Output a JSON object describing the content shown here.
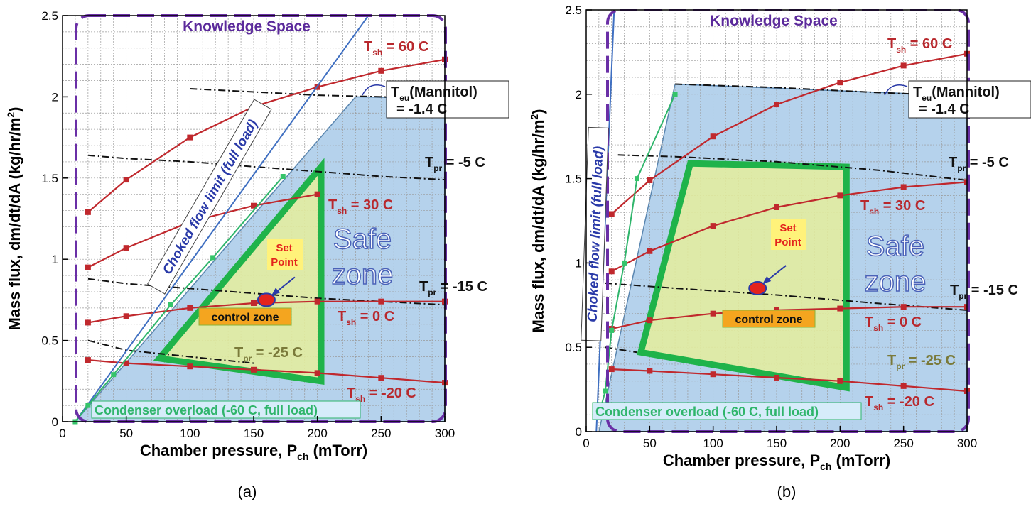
{
  "chart_data": [
    {
      "panel": "a",
      "type": "line",
      "caption": "(a)",
      "xlabel": "Chamber pressure, P",
      "xlabel_sub": "ch",
      "xlabel_unit": " (mTorr)",
      "ylabel": "Mass flux, dm/dt/dA (kg/hr/m",
      "ylabel_sup": "2",
      "ylabel_end": ")",
      "xlim": [
        0,
        300
      ],
      "ylim": [
        0,
        2.5
      ],
      "xticks": [
        0,
        50,
        100,
        150,
        200,
        250,
        300
      ],
      "yticks": [
        0,
        0.5,
        1,
        1.5,
        2,
        2.5
      ],
      "grid": true,
      "shelf_series": [
        {
          "label_main": "T",
          "label_sub": "sh",
          "label_rest": " = 60 C",
          "color": "#c0282d",
          "x": [
            20,
            50,
            100,
            150,
            200,
            250,
            300
          ],
          "y": [
            1.29,
            1.49,
            1.75,
            1.94,
            2.06,
            2.16,
            2.23
          ]
        },
        {
          "label_main": "T",
          "label_sub": "sh",
          "label_rest": " = 30 C",
          "color": "#c0282d",
          "x": [
            20,
            50,
            100,
            150,
            200
          ],
          "y": [
            0.95,
            1.07,
            1.23,
            1.33,
            1.4
          ]
        },
        {
          "label_main": "T",
          "label_sub": "sh",
          "label_rest": " = 0 C",
          "color": "#c0282d",
          "x": [
            20,
            50,
            100,
            150,
            200,
            250,
            300
          ],
          "y": [
            0.61,
            0.65,
            0.7,
            0.73,
            0.74,
            0.74,
            0.74
          ]
        },
        {
          "label_main": "T",
          "label_sub": "sh",
          "label_rest": " = -20 C",
          "color": "#c0282d",
          "x": [
            20,
            50,
            100,
            150,
            200,
            250,
            300
          ],
          "y": [
            0.38,
            0.36,
            0.34,
            0.32,
            0.3,
            0.27,
            0.24
          ]
        }
      ],
      "product_series": [
        {
          "label_main": "T",
          "label_sub": "eu",
          "label_rest": "(Mannitol)",
          "label_line2": "= -1.4 C",
          "x": [
            100,
            150,
            200,
            250,
            300
          ],
          "y": [
            2.05,
            2.03,
            2.01,
            2.0,
            1.99
          ]
        },
        {
          "label_main": "T",
          "label_sub": "pr",
          "label_rest": " = -5 C",
          "x": [
            20,
            50,
            100,
            150,
            200,
            250,
            300
          ],
          "y": [
            1.64,
            1.62,
            1.6,
            1.57,
            1.54,
            1.51,
            1.49
          ]
        },
        {
          "label_main": "T",
          "label_sub": "pr",
          "label_rest": " = -15 C",
          "x": [
            20,
            50,
            100,
            150,
            200,
            250,
            300
          ],
          "y": [
            0.88,
            0.85,
            0.82,
            0.79,
            0.76,
            0.74,
            0.72
          ]
        },
        {
          "label_main": "T",
          "label_sub": "pr",
          "label_rest": " = -25 C",
          "x": [
            20,
            50,
            100,
            150
          ],
          "y": [
            0.5,
            0.44,
            0.4,
            0.36
          ]
        }
      ],
      "choked_flow": {
        "label": "Choked flow limit (full load)",
        "x": [
          10,
          240
        ],
        "y": [
          0,
          2.5
        ]
      },
      "condenser": {
        "label": "Condenser overload (-60 C,  full load)",
        "x": [
          10,
          20,
          40,
          85,
          118,
          173
        ],
        "y": [
          0,
          0.1,
          0.29,
          0.72,
          1.01,
          1.51
        ]
      },
      "safe_zone": {
        "label_line1": "Safe",
        "label_line2": "zone",
        "x": [
          10,
          230,
          300,
          300,
          10
        ],
        "y": [
          0,
          2.0,
          1.99,
          0,
          0
        ]
      },
      "control_zone": {
        "label": "control zone",
        "x": [
          76,
          203,
          203,
          76
        ],
        "y": [
          0.39,
          1.57,
          0.25,
          0.39
        ]
      },
      "set_point": {
        "label_line1": "Set",
        "label_line2": "Point",
        "x": 160,
        "y": 0.75
      },
      "knowledge_space": {
        "label": "Knowledge Space"
      }
    },
    {
      "panel": "b",
      "type": "line",
      "caption": "(b)",
      "xlabel": "Chamber pressure, P",
      "xlabel_sub": "ch",
      "xlabel_unit": " (mTorr)",
      "ylabel": "Mass flux, dm/dt/dA (kg/hr/m",
      "ylabel_sup": "2",
      "ylabel_end": ")",
      "xlim": [
        0,
        300
      ],
      "ylim": [
        0,
        2.5
      ],
      "xticks": [
        0,
        50,
        100,
        150,
        200,
        250,
        300
      ],
      "yticks": [
        0,
        0.5,
        1,
        1.5,
        2,
        2.5
      ],
      "grid": true,
      "shelf_series": [
        {
          "label_main": "T",
          "label_sub": "sh",
          "label_rest": " = 60 C",
          "color": "#c0282d",
          "x": [
            20,
            50,
            100,
            150,
            200,
            250,
            300
          ],
          "y": [
            1.29,
            1.49,
            1.75,
            1.94,
            2.07,
            2.17,
            2.24
          ]
        },
        {
          "label_main": "T",
          "label_sub": "sh",
          "label_rest": " = 30 C",
          "color": "#c0282d",
          "x": [
            20,
            50,
            100,
            150,
            200,
            250,
            300
          ],
          "y": [
            0.95,
            1.07,
            1.22,
            1.33,
            1.4,
            1.45,
            1.48
          ]
        },
        {
          "label_main": "T",
          "label_sub": "sh",
          "label_rest": " = 0 C",
          "color": "#c0282d",
          "x": [
            20,
            50,
            100,
            150,
            200,
            250,
            300
          ],
          "y": [
            0.61,
            0.66,
            0.7,
            0.72,
            0.73,
            0.74,
            0.74
          ]
        },
        {
          "label_main": "T",
          "label_sub": "sh",
          "label_rest": " = -20 C",
          "color": "#c0282d",
          "x": [
            20,
            50,
            100,
            150,
            200,
            250,
            300
          ],
          "y": [
            0.37,
            0.36,
            0.34,
            0.32,
            0.3,
            0.27,
            0.24
          ]
        }
      ],
      "product_series": [
        {
          "label_main": "T",
          "label_sub": "eu",
          "label_rest": "(Mannitol)",
          "label_line2": "= -1.4 C",
          "x": [
            70,
            150,
            230,
            300
          ],
          "y": [
            2.06,
            2.04,
            2.01,
            1.99
          ]
        },
        {
          "label_main": "T",
          "label_sub": "pr",
          "label_rest": " = -5 C",
          "x": [
            25,
            70,
            150,
            230,
            300
          ],
          "y": [
            1.64,
            1.63,
            1.6,
            1.55,
            1.49
          ]
        },
        {
          "label_main": "T",
          "label_sub": "pr",
          "label_rest": " = -15 C",
          "x": [
            15,
            70,
            150,
            230,
            300
          ],
          "y": [
            0.88,
            0.85,
            0.81,
            0.76,
            0.72
          ]
        },
        {
          "label_main": "T",
          "label_sub": "pr",
          "label_rest": " = -25 C",
          "x": [
            15,
            40
          ],
          "y": [
            0.5,
            0.47
          ]
        }
      ],
      "choked_flow": {
        "label": "Choked flow limit (full load)",
        "x": [
          8,
          22
        ],
        "y": [
          0,
          2.5
        ]
      },
      "condenser": {
        "label": "Condenser overload (-60 C,  full load)",
        "x": [
          10,
          15,
          20,
          30,
          40,
          70
        ],
        "y": [
          0.1,
          0.24,
          0.6,
          1.0,
          1.5,
          2.0
        ]
      },
      "safe_zone": {
        "label_line1": "Safe",
        "label_line2": "zone",
        "x": [
          10,
          70,
          300,
          300,
          10
        ],
        "y": [
          0,
          2.06,
          1.99,
          0,
          0
        ]
      },
      "control_zone": {
        "label": "control zone",
        "x": [
          43,
          82,
          205,
          205,
          43
        ],
        "y": [
          0.47,
          1.59,
          1.57,
          0.26,
          0.47
        ]
      },
      "set_point": {
        "label_line1": "Set",
        "label_line2": "Point",
        "x": 135,
        "y": 0.85
      },
      "knowledge_space": {
        "label": "Knowledge Space"
      }
    }
  ]
}
